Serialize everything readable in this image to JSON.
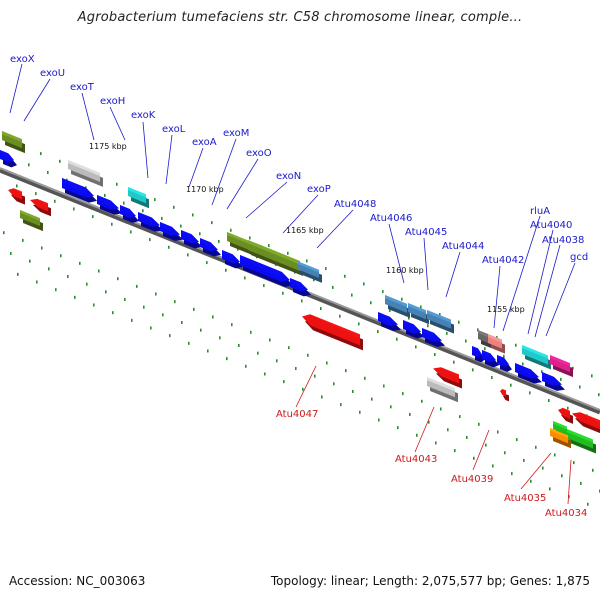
{
  "title": "Agrobacterium tumefaciens str. C58 chromosome linear, comple...",
  "footer": {
    "accession": "Accession: NC_003063",
    "topology": "Topology: linear; Length: 2,075,577 bp; Genes: 1,875"
  },
  "colors": {
    "backbone": "#777777",
    "label_forward": "#1a1acc",
    "label_reverse": "#cc1a1a",
    "blue": "#0a0af0",
    "red": "#ee1111",
    "olive": "#6b8e23",
    "gray": "#bbbbbb",
    "cyan": "#20c8c8",
    "steel": "#4682b4",
    "green": "#22bb22",
    "orange": "#ff8c00",
    "magenta": "#e0208a",
    "pink": "#f08080",
    "darkgray": "#666666",
    "dots": "#2e8b2e"
  },
  "ticks": [
    {
      "label": "1175 kbp"
    },
    {
      "label": "1170 kbp"
    },
    {
      "label": "1165 kbp"
    },
    {
      "label": "1160 kbp"
    },
    {
      "label": "1155 kbp"
    }
  ],
  "gene_labels_forward": [
    "exoX",
    "exoU",
    "exoT",
    "exoH",
    "exoK",
    "exoL",
    "exoA",
    "exoM",
    "exoO",
    "exoN",
    "exoP",
    "Atu4048",
    "Atu4046",
    "Atu4045",
    "Atu4044",
    "Atu4042",
    "rluA",
    "Atu4040",
    "Atu4038",
    "gcd"
  ],
  "gene_labels_reverse": [
    "Atu4047",
    "Atu4043",
    "Atu4039",
    "Atu4035",
    "Atu4034"
  ]
}
